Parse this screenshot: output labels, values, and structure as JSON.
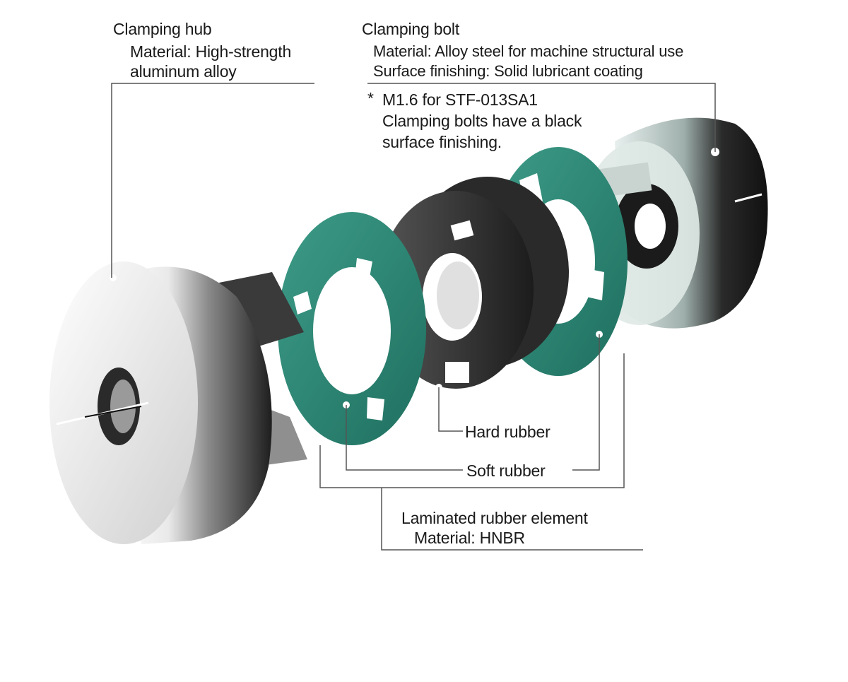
{
  "hub": {
    "title": "Clamping hub",
    "material": "Material: High-strength",
    "material_line2": "aluminum alloy"
  },
  "bolt": {
    "title": "Clamping bolt",
    "material": "Material: Alloy steel for machine structural use",
    "finish": "Surface finishing: Solid lubricant coating",
    "note_mark": "*",
    "note_line1": "M1.6 for STF-013SA1",
    "note_line2": "Clamping bolts have a black",
    "note_line3": "surface finishing."
  },
  "element": {
    "hard_rubber": "Hard rubber",
    "soft_rubber": "Soft rubber",
    "title": "Laminated rubber element",
    "material": "Material: HNBR"
  },
  "colors": {
    "aluminum_light": "#f2f2f2",
    "aluminum_dark": "#2b2b2b",
    "soft_rubber": "#2f8a78",
    "hard_rubber": "#3a3a3a",
    "leader_line": "#555555"
  }
}
